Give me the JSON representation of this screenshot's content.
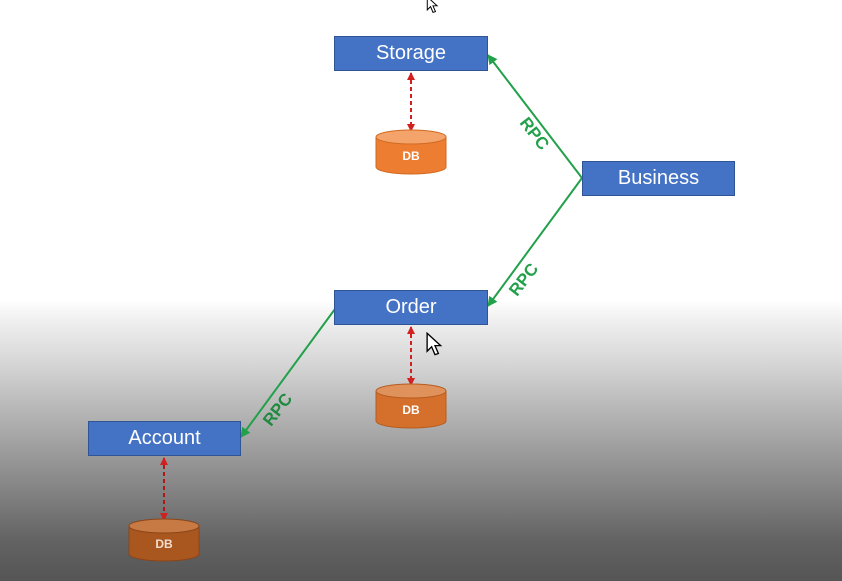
{
  "nodes": {
    "storage": "Storage",
    "business": "Business",
    "order": "Order",
    "account": "Account"
  },
  "databases": {
    "storage_db": "DB",
    "order_db": "DB",
    "account_db": "DB"
  },
  "edges": {
    "business_storage": "RPC",
    "business_order": "RPC",
    "order_account": "RPC"
  },
  "colors": {
    "node_fill": "#4472c4",
    "db_fill_light": "#ed7d31",
    "db_fill_dark": "#c0612b",
    "rpc_line": "#22a04a",
    "db_link": "#e02020"
  }
}
